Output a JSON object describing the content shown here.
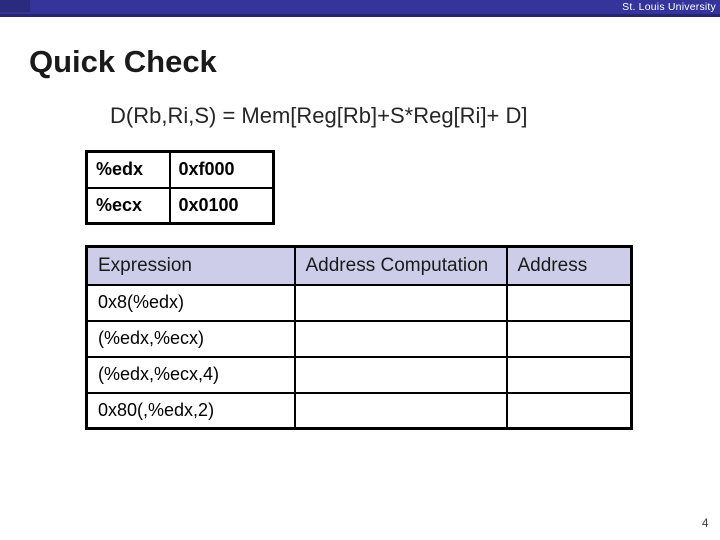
{
  "banner": {
    "institution": "St. Louis University",
    "color": "#34349B",
    "underline_color": "#26266F"
  },
  "slide": {
    "title": "Quick Check",
    "formula": "D(Rb,Ri,S) = Mem[Reg[Rb]+S*Reg[Ri]+ D]",
    "page_number": "4"
  },
  "registers_table": {
    "rows": [
      {
        "register": "%edx",
        "value": "0xf000"
      },
      {
        "register": "%ecx",
        "value": "0x0100"
      }
    ]
  },
  "quiz_table": {
    "headers": [
      "Expression",
      "Address Computation",
      "Address"
    ],
    "header_bg": "#CDCDE9",
    "rows": [
      {
        "expression": "0x8(%edx)",
        "address_computation": "",
        "address": ""
      },
      {
        "expression": "(%edx,%ecx)",
        "address_computation": "",
        "address": ""
      },
      {
        "expression": "(%edx,%ecx,4)",
        "address_computation": "",
        "address": ""
      },
      {
        "expression": "0x80(,%edx,2)",
        "address_computation": "",
        "address": ""
      }
    ]
  }
}
